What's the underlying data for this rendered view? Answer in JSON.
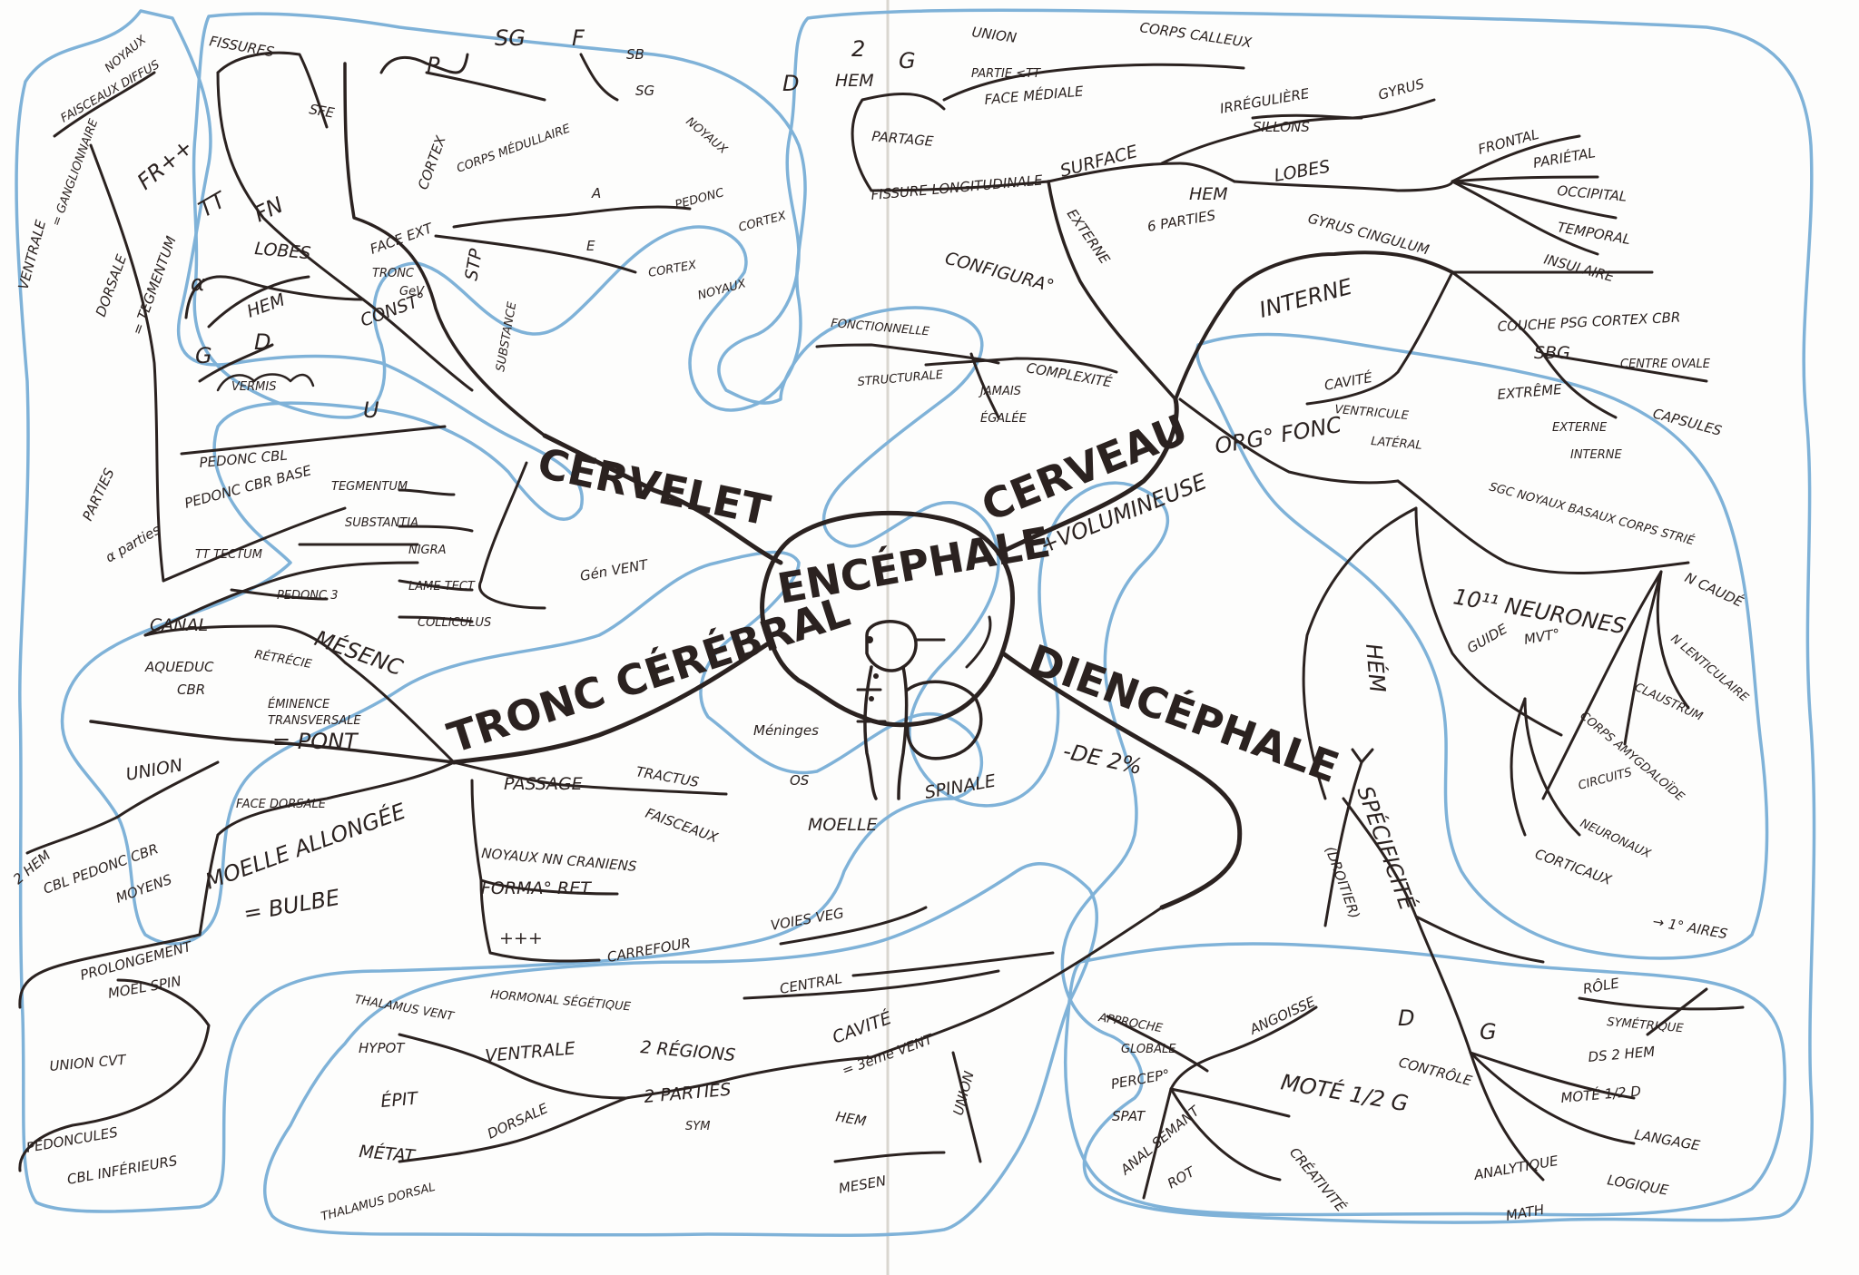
{
  "center": "ENCÉPHALE",
  "center_labels": {
    "meninges": "Méninges",
    "os": "OS",
    "moelle": "MOELLE",
    "spinale": "SPINALE"
  },
  "branches": {
    "cervelet": {
      "label": "CERVELET",
      "fissures": "FISSURES",
      "sfe": "SFE",
      "fn": "FN",
      "lobes": "LOBES",
      "hem": "HEM",
      "tt": "TT",
      "alpha": "α",
      "g": "G",
      "d": "D",
      "vermis": "VERMIS",
      "face_ext": "FACE EXT",
      "tronc": "TRONC",
      "gev": "GeV",
      "consto": "CONST°",
      "cortex": "CORTEX",
      "p": "P",
      "sg": "SG",
      "f": "F",
      "sb": "SB",
      "sg2": "SG",
      "corps_medullaire": "CORPS MÉDULLAIRE",
      "noyaux": "NOYAUX",
      "stp": "STP",
      "substance": "SUBSTANCE",
      "a": "A",
      "e": "E",
      "pedonc": "PEDONC",
      "cortex2": "CORTEX",
      "cortex3": "CORTEX",
      "noyaux2": "NOYAUX",
      "pedonc_cbl": "PEDONC CBL",
      "u": "U",
      "gen_vent": "Gén VENT"
    },
    "tronc": {
      "label": "TRONC CÉRÉBRAL",
      "alpha_parties": "α parties",
      "pedonc_cbr_base": "PEDONC CBR BASE",
      "tegmentum": "TEGMENTUM",
      "substantia": "SUBSTANTIA",
      "nigra": "NIGRA",
      "lame_tect": "LAME TECT",
      "colliculus": "COLLICULUS",
      "tt_tectum": "TT TECTUM",
      "pedonc_3": "PEDONC 3",
      "canal": "CANAL",
      "aqueduc": "AQUEDUC",
      "cbr": "CBR",
      "mesenc": "MÉSENC",
      "retrecie": "RÉTRÉCIE",
      "eminence": "ÉMINENCE",
      "transversale": "TRANSVERSALE",
      "pont": "= PONT",
      "union": "UNION",
      "face_dorsale": "FACE DORSALE",
      "hem2": "2 HEM",
      "cbl_pedonc": "CBL PEDONC CBR",
      "moyens": "MOYENS",
      "moelle_allongee": "MOELLE ALLONGÉE",
      "bulbe": "= BULBE",
      "prolongement": "PROLONGEMENT",
      "moel_spin": "MOEL SPIN",
      "union_cvt": "UNION CVT",
      "pedoncules": "PEDONCULES",
      "cbl_inf": "CBL INFÉRIEURS",
      "passage": "PASSAGE",
      "tractus": "TRACTUS",
      "faisceaux": "FAISCEAUX",
      "noyaux_nn": "NOYAUX NN CRANIENS",
      "forma_ret": "FORMA° RET",
      "plus": "+++",
      "parties": "PARTIES",
      "ventrale": "VENTRALE",
      "faisceaux_diffus": "FAISCEAUX DIFFUS",
      "noyaux": "NOYAUX",
      "ganglionnaire": "= GANGLIONNAIRE",
      "fr": "FR++",
      "dorsale": "DORSALE",
      "tegmentum2": "= TEGMENTUM"
    },
    "cerveau": {
      "label": "CERVEAU",
      "volumineuse": "+VOLUMINEUSE",
      "union": "UNION",
      "corps_calleux": "CORPS CALLEUX",
      "partie_tt": "PARTIE ≤TT",
      "face_mediale": "FACE MÉDIALE",
      "d": "D",
      "two": "2",
      "hem": "HEM",
      "g": "G",
      "partage": "PARTAGE",
      "fissure": "FISSURE LONGITUDINALE",
      "surface": "SURFACE",
      "irreguliere": "IRRÉGULIÈRE",
      "sillons": "SILLONS",
      "gyrus": "GYRUS",
      "hem_lobes": "HEM",
      "lobes": "LOBES",
      "six_parties": "6 PARTIES",
      "gyrus_cingulum": "GYRUS CINGULUM",
      "frontal": "FRONTAL",
      "parietal": "PARIÉTAL",
      "occipital": "OCCIPITAL",
      "temporal": "TEMPORAL",
      "insulaire": "INSULAIRE",
      "externe": "EXTERNE",
      "configura": "CONFIGURA°",
      "fonctionnelle": "FONCTIONNELLE",
      "structurale": "STRUCTURALE",
      "complexite": "COMPLEXITÉ",
      "jamais": "JAMAIS",
      "egalee": "ÉGALÉE",
      "interne": "INTERNE",
      "couche": "COUCHE PSG CORTEX CBR",
      "sbg": "SBG",
      "centre_ovale": "CENTRE OVALE",
      "extreme": "EXTRÊME",
      "externe2": "EXTERNE",
      "interne2": "INTERNE",
      "capsules": "CAPSULES",
      "cavite": "CAVITÉ",
      "ventricule": "VENTRICULE",
      "lateral": "LATÉRAL",
      "org_fonc": "ORG° FONC",
      "sgc": "SGC NOYAUX BASAUX CORPS STRIÉ",
      "n_caude": "N CAUDÉ",
      "n_lenti": "N LENTICULAIRE",
      "claustrum": "CLAUSTRUM",
      "corps_amyg": "CORPS AMYGDALOÏDE",
      "circuits": "CIRCUITS",
      "neuronaux": "NEURONAUX",
      "corticaux": "CORTICAUX",
      "aires": "→ 1° AIRES",
      "neurones": "10¹¹ NEURONES",
      "guide": "GUIDE",
      "mvt": "MVT°",
      "hem_spec": "HÉM",
      "specificite": "SPÉCIFICITÉ",
      "droitier": "(DROITIER)",
      "d2": "D",
      "g2": "G",
      "controle": "CONTRÔLE",
      "angoisse": "ANGOISSE",
      "approche": "APPROCHE",
      "globale": "GLOBALE",
      "percepo": "PERCEP°",
      "spat": "SPAT",
      "anal": "ANAL SEMANT",
      "mot_g": "MOTÉ 1/2 G",
      "creativite": "CRÉATIVITÉ",
      "mot_d": "MOTÉ 1/2 D",
      "langage": "LANGAGE",
      "logique": "LOGIQUE",
      "analytique": "ANALYTIQUE",
      "math": "MATH",
      "role": "RÔLE",
      "symetrique": "SYMÉTRIQUE",
      "ds_2hem": "DS 2 HEM",
      "rot": "ROT"
    },
    "diencephale": {
      "label": "DIENCÉPHALE",
      "de": "-DE 2%",
      "carrefour": "CARREFOUR",
      "voies": "VOIES VEG",
      "horizontal": "HORMONAL SÉGÉTIQUE",
      "central": "CENTRAL",
      "cavite": "CAVITÉ",
      "vent3": "= 3ème VENT",
      "thalamus_vent": "THALAMUS VENT",
      "hypot": "HYPOT",
      "ventrale": "VENTRALE",
      "regions": "2 RÉGIONS",
      "parties": "2 PARTIES",
      "sym": "SYM",
      "epit": "ÉPIT",
      "metat": "MÉTAT",
      "dorsale": "DORSALE",
      "thal_dorsal": "THALAMUS DORSAL",
      "union": "UNION",
      "hem": "HEM",
      "mesen": "MESEN"
    }
  }
}
